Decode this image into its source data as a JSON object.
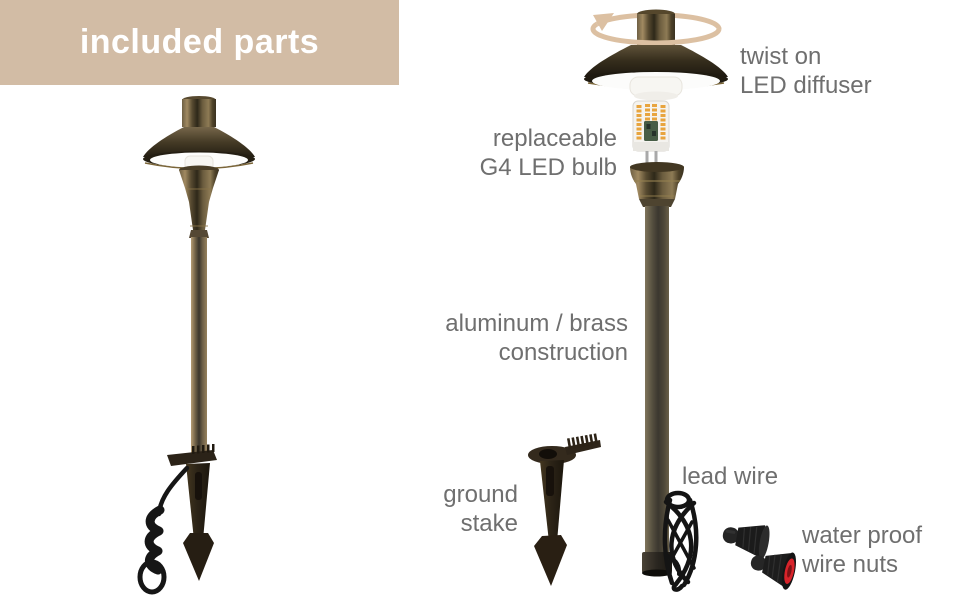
{
  "header": {
    "title": "included parts"
  },
  "labels": {
    "twist_on": [
      "twist on",
      "LED diffuser"
    ],
    "replaceable": [
      "replaceable",
      "G4 LED bulb"
    ],
    "construction": [
      "aluminum / brass",
      "construction"
    ],
    "ground_stake": [
      "ground",
      "stake"
    ],
    "lead_wire": [
      "lead wire"
    ],
    "wire_nuts": [
      "water proof",
      "wire nuts"
    ]
  },
  "parts": [
    "assembled brass path light",
    "twist-on LED diffuser shade",
    "replaceable G4 LED bulb",
    "aluminum / brass pole",
    "ground stake",
    "lead wire coil",
    "water proof wire nuts"
  ],
  "colors": {
    "banner_bg": "#d2bca5",
    "banner_text": "#ffffff",
    "label_text": "#6f6f6f",
    "arrow_tan": "#dcc0a2",
    "wire_nut_red": "#d8232a",
    "led_amber": "#e8a43e",
    "bronze_dark": "#3a3120",
    "part_black": "#1b1b1b"
  }
}
